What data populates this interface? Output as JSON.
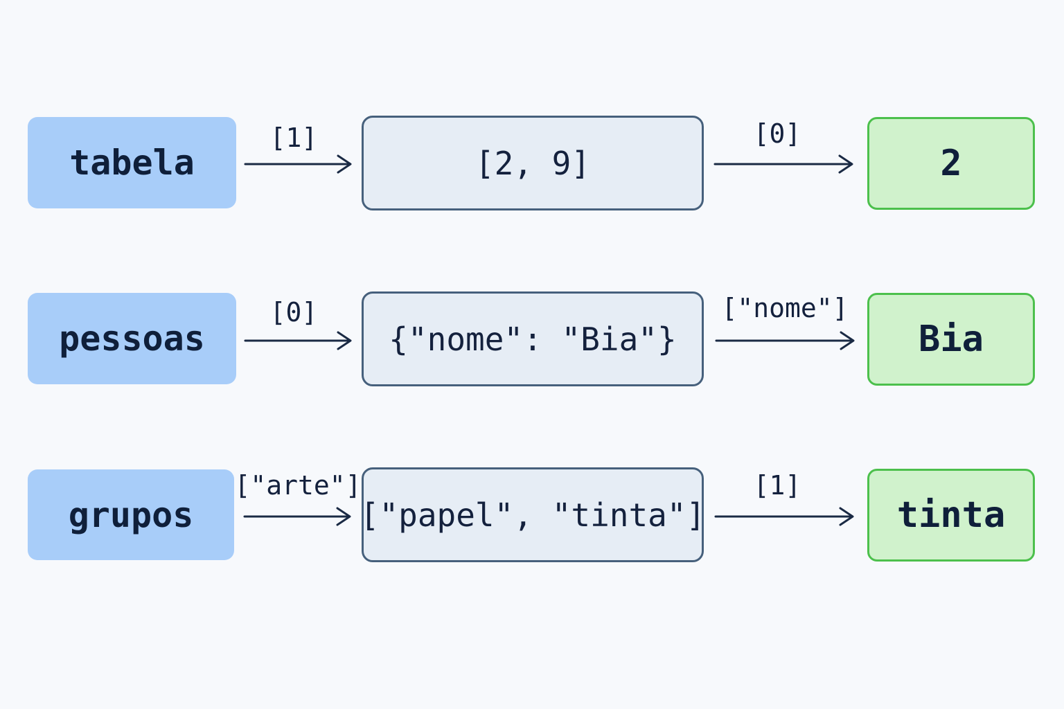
{
  "rows": [
    {
      "variable": "tabela",
      "first_index": "[1]",
      "intermediate": "[2, 9]",
      "second_index": "[0]",
      "result": "2"
    },
    {
      "variable": "pessoas",
      "first_index": "[0]",
      "intermediate": "{\"nome\": \"Bia\"}",
      "second_index": "[\"nome\"]",
      "result": "Bia"
    },
    {
      "variable": "grupos",
      "first_index": "[\"arte\"]",
      "intermediate": "[\"papel\", \"tinta\"]",
      "second_index": "[1]",
      "result": "tinta"
    }
  ],
  "colors": {
    "background": "#f7f9fc",
    "variable_box": "#a8cdf9",
    "intermediate_box": "#e6edf5",
    "intermediate_border": "#46607c",
    "result_box": "#d0f2cc",
    "result_border": "#4cc04c",
    "arrow": "#1a2a44"
  }
}
